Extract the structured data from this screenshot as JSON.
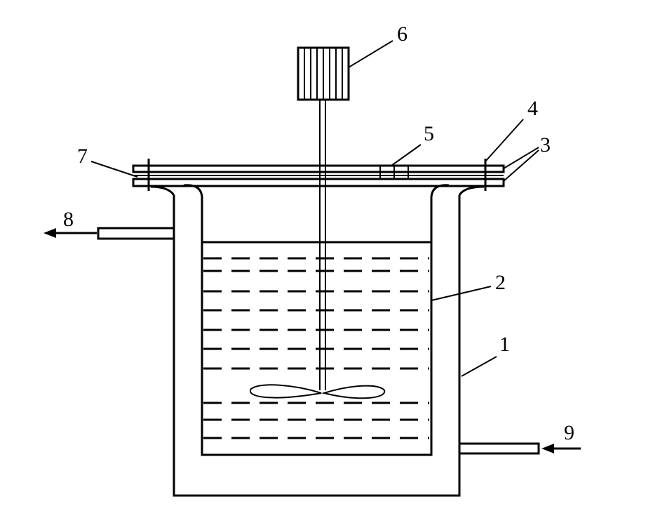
{
  "diagram": {
    "labels": {
      "jacket": "1",
      "vessel": "2",
      "flange": "3",
      "bolt": "4",
      "lid": "5",
      "motor": "6",
      "gasket": "7",
      "outlet": "8",
      "inlet": "9"
    }
  }
}
